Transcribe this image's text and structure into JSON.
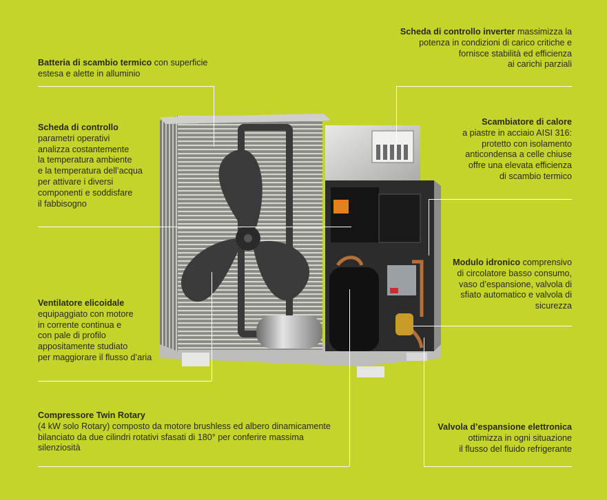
{
  "annotations": {
    "batteria": {
      "title": "Batteria di scambio termico",
      "text_inline": " con superficie",
      "lines": [
        "estesa e alette in alluminio"
      ]
    },
    "scheda_controllo": {
      "title": "Scheda di controllo",
      "lines": [
        "parametri operativi",
        "analizza costantemente",
        "la temperatura ambiente",
        "e la temperatura dell’acqua",
        "per attivare i diversi",
        "componenti e soddisfare",
        "il fabbisogno"
      ]
    },
    "ventilatore": {
      "title": "Ventilatore elicoidale",
      "lines": [
        "equipaggiato con motore",
        "in corrente continua e",
        "con pale di profilo",
        "appositamente studiato",
        "per maggiorare il flusso d’aria"
      ]
    },
    "compressore": {
      "title": "Compressore Twin Rotary",
      "lines": [
        "(4 kW solo Rotary) composto da motore brushless ed albero dinamicamente",
        "bilanciato da due cilindri rotativi sfasati di 180° per conferire massima",
        "silenziosità"
      ]
    },
    "inverter": {
      "title": "Scheda di controllo inverter",
      "text_inline": " massimizza la",
      "lines": [
        "potenza in condizioni di carico critiche e",
        "fornisce stabilità ed efficienza",
        "ai carichi parziali"
      ]
    },
    "scambiatore": {
      "title": "Scambiatore di calore",
      "lines": [
        "a piastre in acciaio AISI 316:",
        "protetto con isolamento",
        "anticondensa a celle chiuse",
        "offre una elevata efficienza",
        "di scambio termico"
      ]
    },
    "idronico": {
      "title": "Modulo idronico",
      "text_inline": " comprensivo",
      "lines": [
        "di circolatore basso consumo,",
        "vaso d’espansione, valvola di",
        "sfiato automatico e valvola di",
        "sicurezza"
      ]
    },
    "valvola": {
      "title": "Valvola d’espansione elettronica",
      "lines": [
        "ottimizza in ogni situazione",
        "il flusso del fluido refrigerante"
      ]
    }
  },
  "colors": {
    "background": "#c4d42a",
    "leader_lines": "#ffffff",
    "text": "#2a2a14"
  }
}
